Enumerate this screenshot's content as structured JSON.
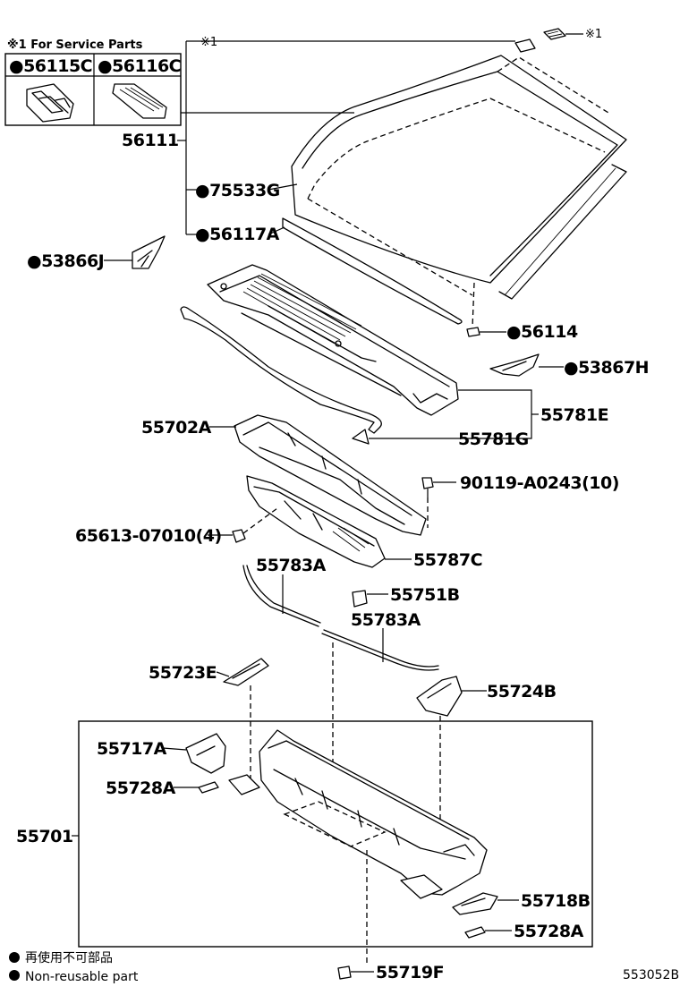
{
  "service_parts": {
    "header": "※1 For Service Parts",
    "left_part": "●56115C",
    "right_part": "●56116C"
  },
  "callouts": {
    "note_top_right": "※1",
    "note_windshield": "※1",
    "p56111": "56111",
    "p75533G": "●75533G",
    "p56117A": "●56117A",
    "p53866J": "●53866J",
    "p56114": "●56114",
    "p53867H": "●53867H",
    "p55781E": "55781E",
    "p55702A": "55702A",
    "p55781G": "55781G",
    "p90119": "90119-A0243(10)",
    "p65613": "65613-07010(4)",
    "p55787C": "55787C",
    "p55783A_top": "55783A",
    "p55751B": "55751B",
    "p55783A_mid": "55783A",
    "p55723E": "55723E",
    "p55724B": "55724B",
    "p55717A": "55717A",
    "p55728A_top": "55728A",
    "p55701": "55701",
    "p55718B": "55718B",
    "p55728A_bottom": "55728A",
    "p55719F": "55719F"
  },
  "legend": {
    "japanese": "再使用不可部品",
    "english": "Non-reusable part"
  },
  "diagram_id": "553052B"
}
